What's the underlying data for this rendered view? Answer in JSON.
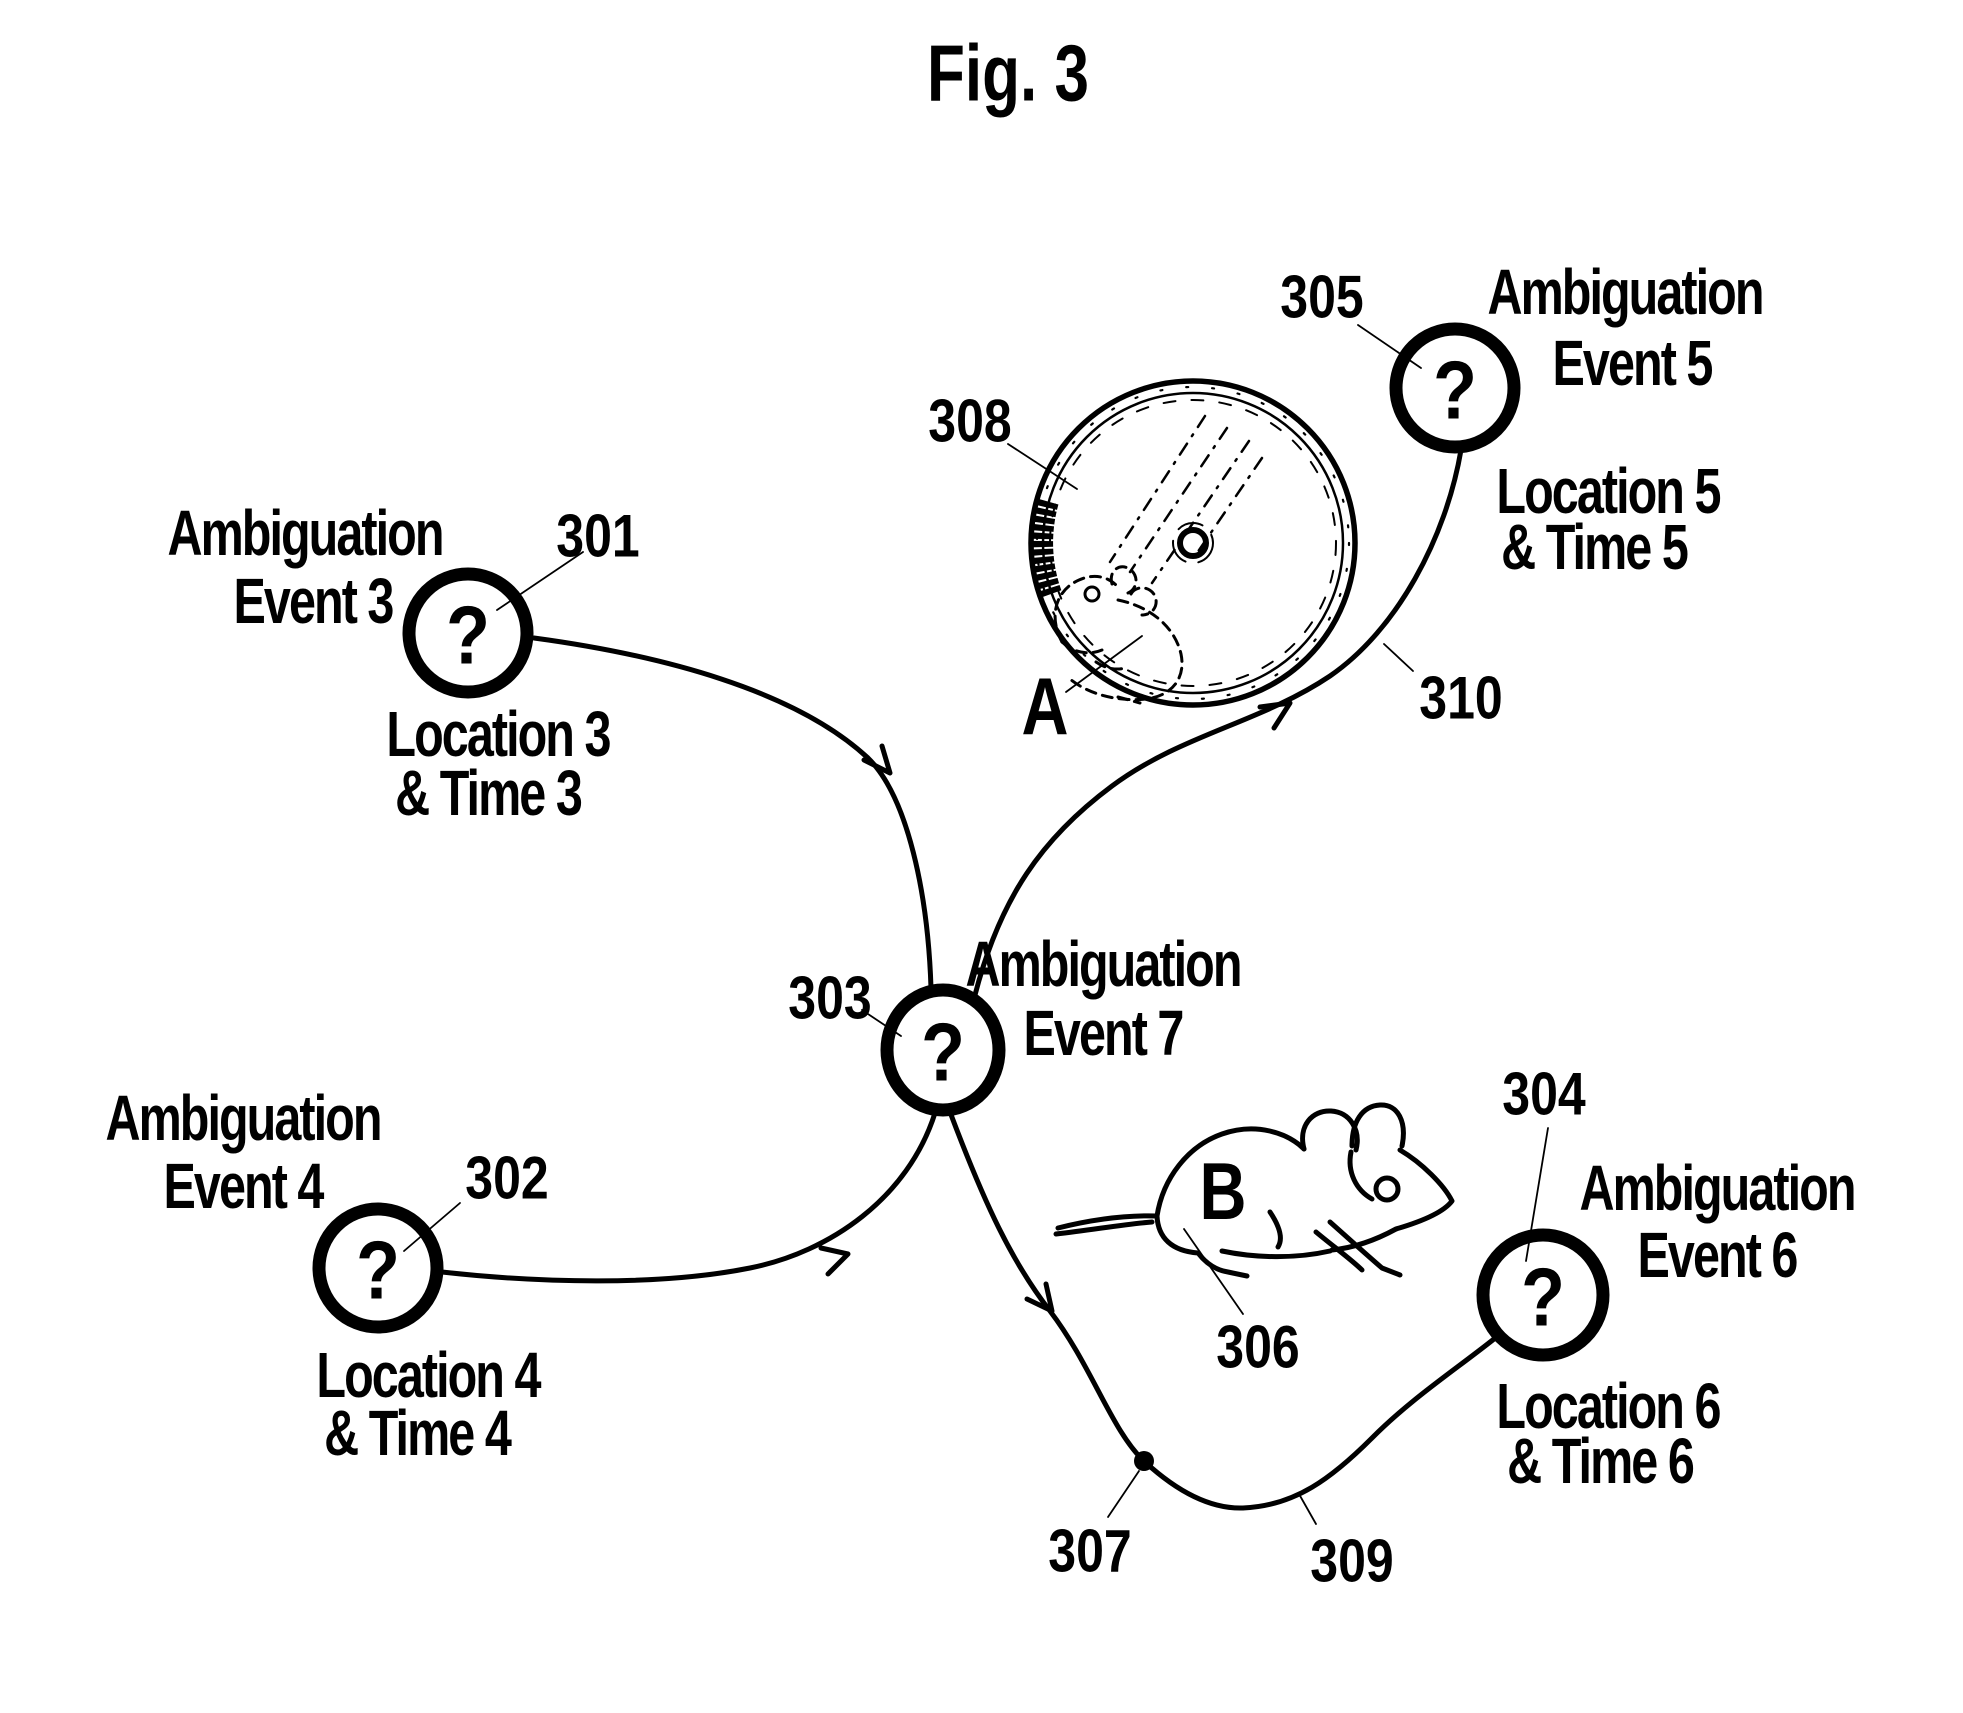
{
  "figure_title": "Fig. 3",
  "nodes": {
    "n301": {
      "ref": "301",
      "symbol": "?",
      "event_line1": "Ambiguation",
      "event_line2": "Event 3",
      "loc_line1": "Location 3",
      "loc_line2": "& Time 3"
    },
    "n302": {
      "ref": "302",
      "symbol": "?",
      "event_line1": "Ambiguation",
      "event_line2": "Event 4",
      "loc_line1": "Location 4",
      "loc_line2": "& Time 4"
    },
    "n303": {
      "ref": "303",
      "symbol": "?",
      "event_line1": "Ambiguation",
      "event_line2": "Event 7"
    },
    "n304": {
      "ref": "304",
      "symbol": "?",
      "event_line1": "Ambiguation",
      "event_line2": "Event 6",
      "loc_line1": "Location 6",
      "loc_line2": "& Time 6"
    },
    "n305": {
      "ref": "305",
      "symbol": "?",
      "event_line1": "Ambiguation",
      "event_line2": "Event 5",
      "loc_line1": "Location 5",
      "loc_line2": "& Time 5"
    }
  },
  "annotations": {
    "wheel_ref": "308",
    "wheel_mouse_label": "A",
    "field_mouse_label": "B",
    "field_mouse_ref": "306",
    "junction_dot_ref": "307",
    "lower_path_ref": "309",
    "upper_path_ref": "310"
  },
  "colors": {
    "ink": "#000000",
    "paper": "#ffffff"
  }
}
